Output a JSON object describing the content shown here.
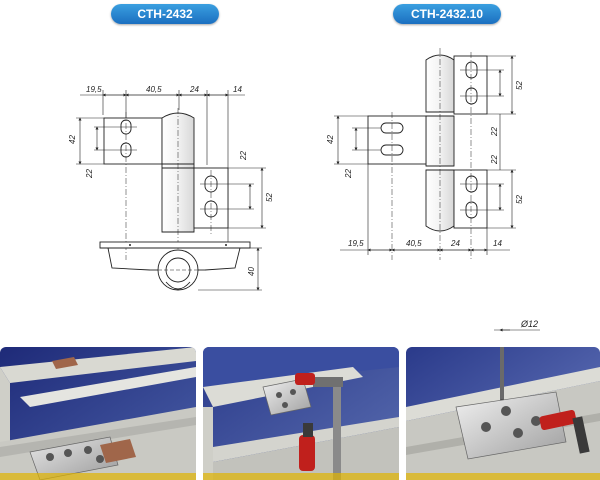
{
  "models": {
    "left": "CTH-2432",
    "right": "CTH-2432.10"
  },
  "left_dims": {
    "d1": "19,5",
    "d2": "40,5",
    "d3": "24",
    "d4": "14",
    "h42": "42",
    "h22a": "22",
    "h22b": "22",
    "h52": "52",
    "h40": "40"
  },
  "right_dims": {
    "d1": "19,5",
    "d2": "40,5",
    "d3": "24",
    "d4": "14",
    "h42": "42",
    "h22a": "22",
    "h52a": "52",
    "h22b": "22",
    "h22c": "22",
    "h52b": "52"
  },
  "drill_label": "Ø12",
  "colors": {
    "badge": "#1f78c8",
    "photo_bg": "#2a3a8a",
    "frame": "#d8d8d0"
  }
}
